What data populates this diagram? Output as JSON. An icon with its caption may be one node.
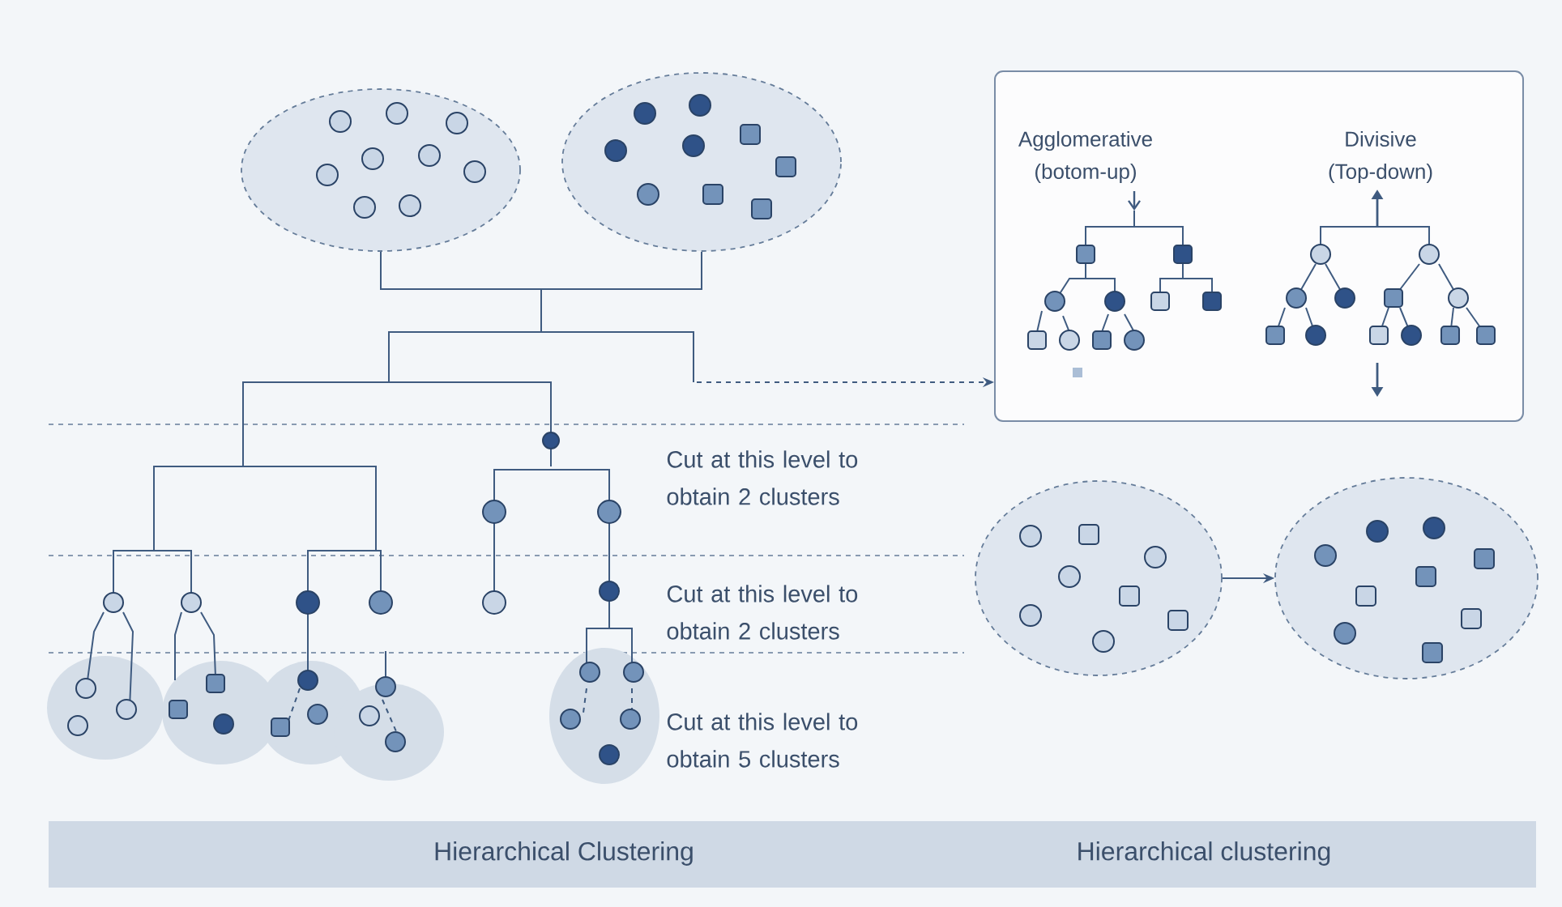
{
  "diagram": {
    "nodes": [
      {
        "text": [
          "Agglomerative (botom-up)",
          "Divisive (Top-down)"
        ]
      },
      {
        "text": [],
        "shape": "ellipse"
      },
      {
        "text": [],
        "shape": "ellipse"
      },
      {
        "text": [],
        "shape": "ellipse"
      },
      {
        "text": [],
        "shape": "ellipse"
      }
    ],
    "edges": [
      {
        "from": null,
        "to": 0,
        "arrow": "to",
        "style": "dashed"
      },
      {
        "from": 3,
        "to": 4,
        "arrow": "to"
      },
      {
        "from": 1,
        "to": 2,
        "arrow": "none"
      }
    ],
    "labels": [
      "Cut at this level to obtain 2 clusters",
      "Cut at this level to obtain 2 clusters",
      "Cut at this level to obtain 5 clusters",
      "Hierarchical Clustering",
      "Hierarchical clustering"
    ]
  }
}
